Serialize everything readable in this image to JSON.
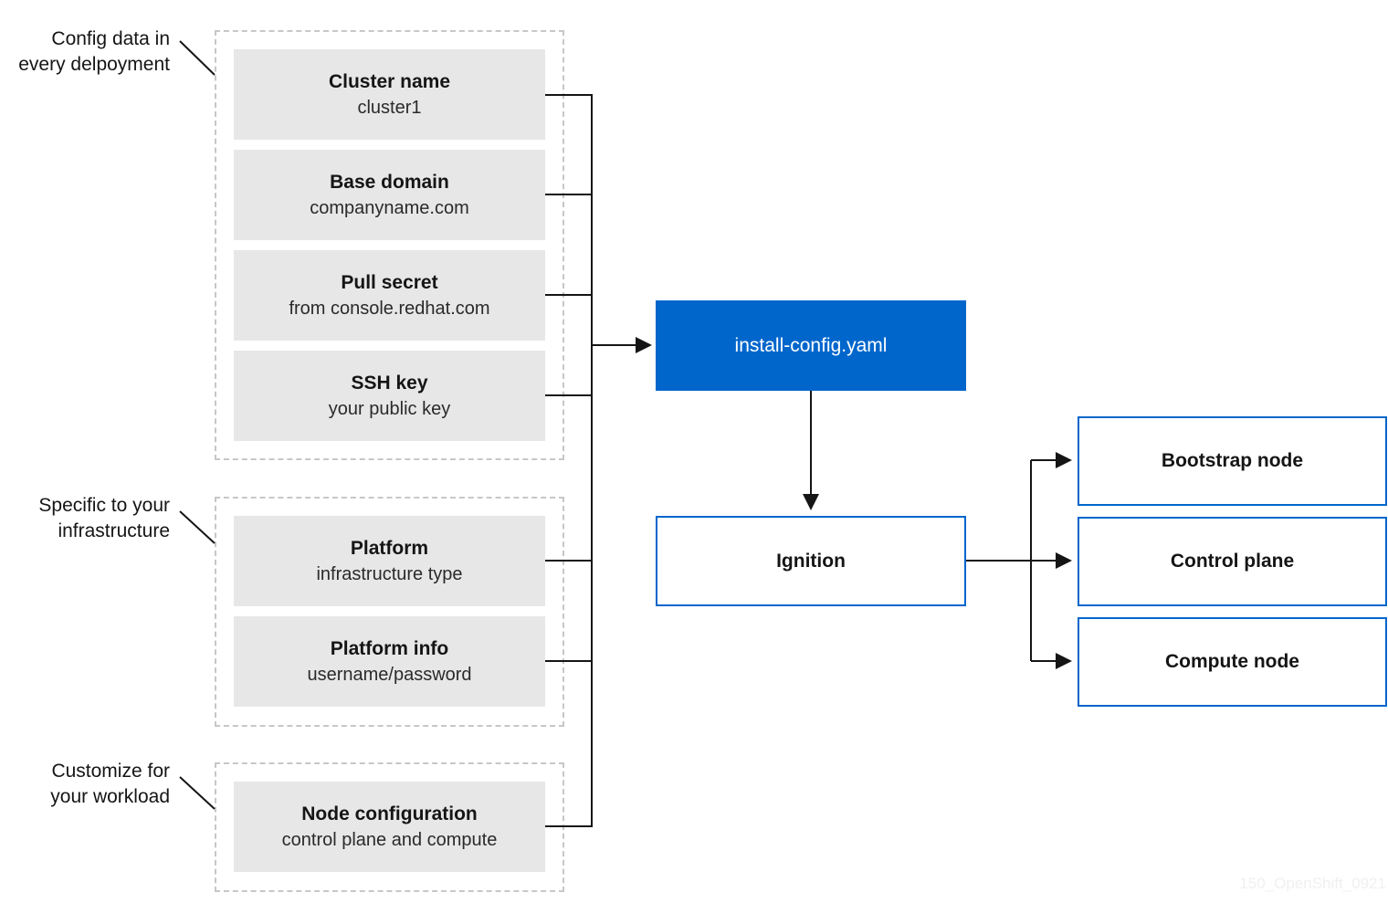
{
  "groups": [
    {
      "label_lines": [
        "Config data in",
        "every delpoyment"
      ]
    },
    {
      "label_lines": [
        "Specific to your",
        "infrastructure"
      ]
    },
    {
      "label_lines": [
        "Customize for",
        "your workload"
      ]
    }
  ],
  "cards": [
    {
      "title": "Cluster name",
      "subtitle": "cluster1"
    },
    {
      "title": "Base domain",
      "subtitle": "companyname.com"
    },
    {
      "title": "Pull secret",
      "subtitle": "from console.redhat.com"
    },
    {
      "title": "SSH key",
      "subtitle": "your public key"
    },
    {
      "title": "Platform",
      "subtitle": "infrastructure type"
    },
    {
      "title": "Platform info",
      "subtitle": "username/password"
    },
    {
      "title": "Node configuration",
      "subtitle": "control plane and compute"
    }
  ],
  "install_config": {
    "label": "install-config.yaml"
  },
  "ignition": {
    "label": "Ignition"
  },
  "targets": [
    {
      "label": "Bootstrap node"
    },
    {
      "label": "Control plane"
    },
    {
      "label": "Compute node"
    }
  ],
  "watermark": "150_OpenShift_0921",
  "colors": {
    "accent": "#0066cc",
    "card_bg": "#e7e7e7",
    "dashed_border": "#c7c7c7",
    "line": "#151515"
  }
}
